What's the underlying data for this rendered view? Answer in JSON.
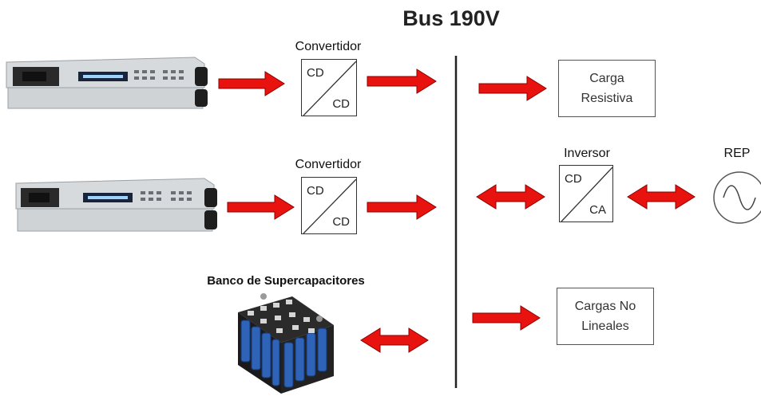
{
  "title": "Bus 190V",
  "converter1": {
    "label": "Convertidor",
    "top": "CD",
    "bottom": "CD"
  },
  "converter2": {
    "label": "Convertidor",
    "top": "CD",
    "bottom": "CD"
  },
  "inverter": {
    "label": "Inversor",
    "top": "CD",
    "bottom": "CA"
  },
  "grid": {
    "label": "REP"
  },
  "supercap": {
    "label": "Banco de Supercapacitores"
  },
  "load_resistive": {
    "line1": "Carga",
    "line2": "Resistiva"
  },
  "load_nonlinear": {
    "line1": "Cargas No",
    "line2": "Lineales"
  },
  "colors": {
    "arrow": "#e8130f",
    "arrow_stroke": "#8b0000",
    "bus": "#222222"
  }
}
